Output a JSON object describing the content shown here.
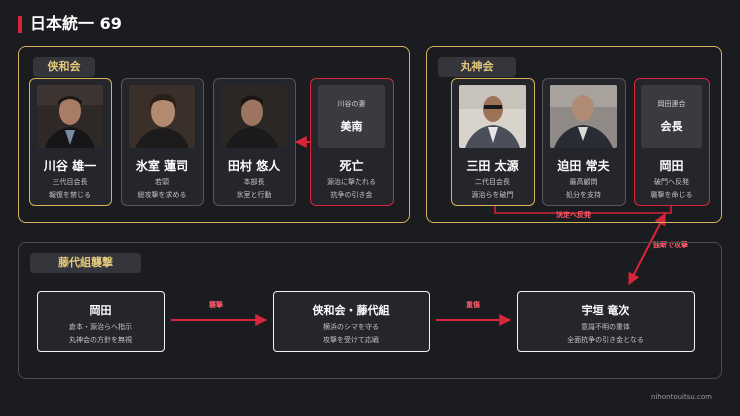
{
  "title": "日本統一 69",
  "groups": {
    "kyowakai": "侠和会",
    "marujinkai": "丸神会",
    "fujishiro": "藤代組襲撃"
  },
  "people": {
    "kawatani": {
      "name": "川谷 雄一",
      "line1": "三代目会長",
      "line2": "報復を禁じる"
    },
    "himuro": {
      "name": "氷室 蓮司",
      "line1": "若頭",
      "line2": "総攻撃を求める"
    },
    "tamura": {
      "name": "田村 悠人",
      "line1": "本部長",
      "line2": "氷室と行動"
    },
    "minami": {
      "top": "川谷の妻",
      "big": "美南",
      "name": "死亡",
      "line1": "源治に撃たれる",
      "line2": "抗争の引き金"
    },
    "mita": {
      "name": "三田 太源",
      "line1": "二代目会長",
      "line2": "源治らを破門"
    },
    "sakoda": {
      "name": "迫田 常夫",
      "line1": "最高顧問",
      "line2": "処分を支持"
    },
    "okada_boss": {
      "top": "岡田連合",
      "big": "会長",
      "name": "岡田",
      "line1": "破門へ反発",
      "line2": "襲撃を命じる"
    }
  },
  "events": {
    "okada": {
      "name": "岡田",
      "line1": "倉本・源治らへ指示",
      "line2": "丸神会の方針を無視"
    },
    "allied": {
      "name": "侠和会・藤代組",
      "line1": "横浜のシマを守る",
      "line2": "攻撃を受けて応戦"
    },
    "ugaki": {
      "name": "宇垣 竜次",
      "line1": "意識不明の重体",
      "line2": "全面抗争の引き金となる"
    }
  },
  "labels": {
    "decision": "決定へ反発",
    "independent": "独断で攻撃",
    "attack": "襲撃",
    "injury": "重傷"
  },
  "footer": "nihontouitsu.com",
  "colors": {
    "accent_red": "#d8253a",
    "gold": "#d6b25a",
    "background": "#1b1c20"
  }
}
